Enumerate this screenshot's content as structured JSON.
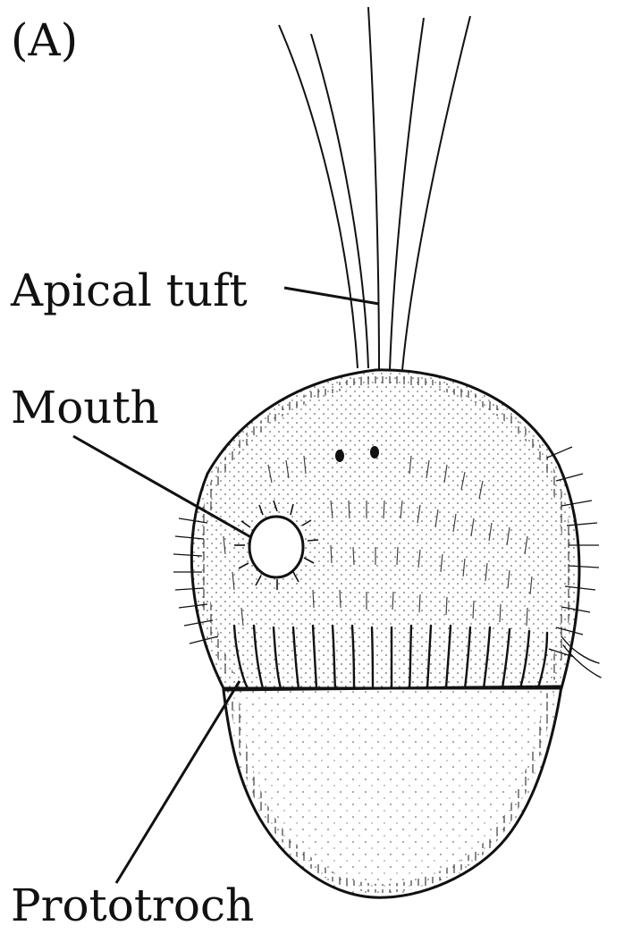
{
  "figure": {
    "panel_label": "(A)",
    "labels": {
      "apical_tuft": "Apical tuft",
      "mouth": "Mouth",
      "prototroch": "Prototroch"
    },
    "colors": {
      "ink": "#111111",
      "background": "#ffffff"
    }
  }
}
